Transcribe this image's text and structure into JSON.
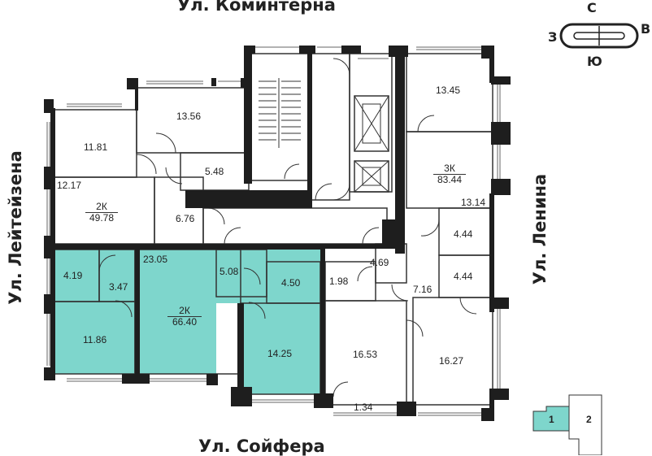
{
  "streets": {
    "top": "Ул. Коминтерна",
    "bottom": "Ул. Сойфера",
    "left": "Ул. Лейтейзена",
    "right": "Ул. Ленина"
  },
  "compass": {
    "north": "С",
    "south": "Ю",
    "west": "З",
    "east": "В"
  },
  "rooms": {
    "r1356": "13.56",
    "r1181": "11.81",
    "r548": "5.48",
    "r1217": "12.17",
    "a2k_type": "2К",
    "a2k_area": "49.78",
    "r676": "6.76",
    "r1345": "13.45",
    "a3k_type": "3К",
    "a3k_area": "83.44",
    "r1314": "13.14",
    "r444a": "4.44",
    "r444b": "4.44",
    "r469": "4.69",
    "r198": "1.98",
    "r716": "7.16",
    "r419": "4.19",
    "r347": "3.47",
    "r2305": "23.05",
    "b2k_type": "2К",
    "b2k_area": "66.40",
    "r508": "5.08",
    "r450": "4.50",
    "r1186": "11.86",
    "r1425": "14.25",
    "r1653": "16.53",
    "r134": "1.34",
    "r1627": "16.27"
  },
  "sections": {
    "s1": "1",
    "s2": "2"
  },
  "colors": {
    "highlight": "#7ed6cc",
    "wall": "#1e1e1e",
    "line": "#333333"
  }
}
